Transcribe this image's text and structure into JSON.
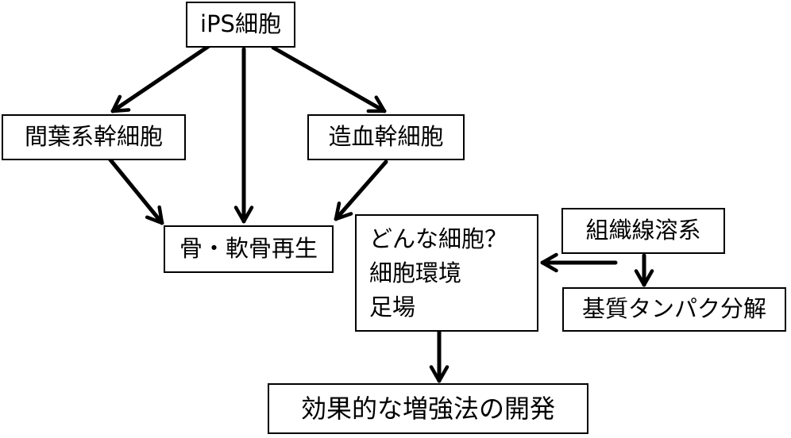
{
  "nodes": {
    "ips": "iPS細胞",
    "mesenchymal": "間葉系幹細胞",
    "hematopoietic": "造血幹細胞",
    "bone_regen": "骨・軟骨再生",
    "questions": [
      "どんな細胞？",
      "細胞環境",
      "足場"
    ],
    "fibrinolysis": "組織線溶系",
    "matrix_degradation": "基質タンパク分解",
    "development": "効果的な増強法の開発"
  },
  "edges": [
    {
      "from": "ips",
      "to": "mesenchymal"
    },
    {
      "from": "ips",
      "to": "bone_regen"
    },
    {
      "from": "ips",
      "to": "hematopoietic"
    },
    {
      "from": "mesenchymal",
      "to": "bone_regen"
    },
    {
      "from": "hematopoietic",
      "to": "bone_regen"
    },
    {
      "from": "fibrinolysis",
      "to": "questions"
    },
    {
      "from": "fibrinolysis",
      "to": "matrix_degradation"
    },
    {
      "from": "questions",
      "to": "development"
    }
  ],
  "colors": {
    "stroke": "#000000",
    "background": "#ffffff"
  }
}
